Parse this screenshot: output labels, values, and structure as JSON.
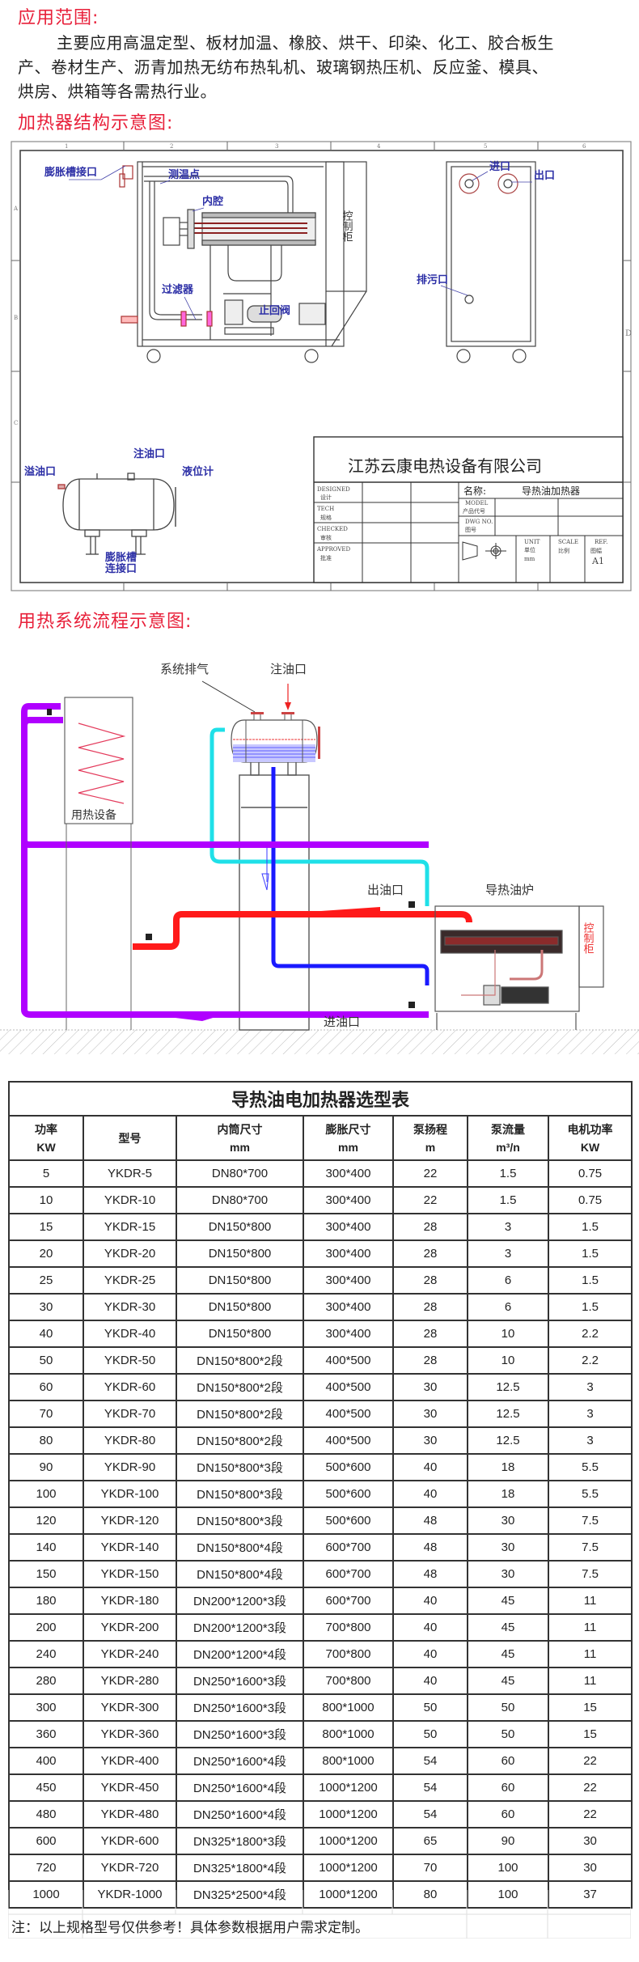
{
  "application": {
    "heading": "应用范围:",
    "paragraph_line1": "主要应用高温定型、板材加温、橡胶、烘干、印染、化工、胶合板生",
    "paragraph_line2": "产、卷材生产、沥青加热无纺布热轧机、玻璃钢热压机、反应釜、模具、",
    "paragraph_line3": "烘房、烘箱等各需热行业。"
  },
  "structure": {
    "heading": "加热器结构示意图:",
    "labels": {
      "expansion_port": "膨胀槽接口",
      "temp_point": "测温点",
      "inner_chamber": "内腔",
      "filter": "过滤器",
      "check_valve": "止回阀",
      "control_cabinet": "控制柜",
      "inlet": "进口",
      "outlet": "出口",
      "drain": "排污口",
      "overflow": "溢油口",
      "fill_port": "注油口",
      "level_gauge": "液位计",
      "expansion_connection_1": "膨胀槽",
      "expansion_connection_2": "连接口"
    },
    "title_block": {
      "company": "江苏云康电热设备有限公司",
      "name_label": "名称:",
      "name_value": "导热油加热器",
      "designed": "DESIGNED",
      "designed_cn": "设计",
      "tech": "TECH",
      "tech_cn": "规格",
      "checked": "CHECKED",
      "checked_cn": "审核",
      "approved": "APPROVED",
      "approved_cn": "批准",
      "model": "MODEL",
      "model_cn": "产品代号",
      "dwg": "DWG NO.",
      "dwg_cn": "图号",
      "unit": "UNIT",
      "unit_cn": "单位",
      "unit_value": "mm",
      "scale": "SCALE",
      "scale_cn": "比例",
      "ref": "REF.",
      "ref_cn": "图幅",
      "ref_value": "A1"
    },
    "frame_marks": {
      "cols": [
        "1",
        "2",
        "3",
        "4",
        "5",
        "6"
      ],
      "rows": [
        "A",
        "B",
        "C",
        "D"
      ]
    }
  },
  "flow": {
    "heading": "用热系统流程示意图:",
    "labels": {
      "vent": "系统排气",
      "fill_port": "注油口",
      "outlet": "出油口",
      "boiler": "导热油炉",
      "equipment": "用热设备",
      "inlet": "进油口",
      "control_cabinet": "控制柜"
    },
    "colors": {
      "hot": "#ff1a1a",
      "return": "#b000ff",
      "expansion": "#1fe0e8",
      "cold": "#1a1aff"
    }
  },
  "table": {
    "title": "导热油电加热器选型表",
    "headers": [
      [
        "功率",
        "KW"
      ],
      [
        "型号",
        ""
      ],
      [
        "内筒尺寸",
        "mm"
      ],
      [
        "膨胀尺寸",
        "mm"
      ],
      [
        "泵扬程",
        "m"
      ],
      [
        "泵流量",
        "m³/n"
      ],
      [
        "电机功率",
        "KW"
      ]
    ],
    "rows": [
      [
        "5",
        "YKDR-5",
        "DN80*700",
        "300*400",
        "22",
        "1.5",
        "0.75"
      ],
      [
        "10",
        "YKDR-10",
        "DN80*700",
        "300*400",
        "22",
        "1.5",
        "0.75"
      ],
      [
        "15",
        "YKDR-15",
        "DN150*800",
        "300*400",
        "28",
        "3",
        "1.5"
      ],
      [
        "20",
        "YKDR-20",
        "DN150*800",
        "300*400",
        "28",
        "3",
        "1.5"
      ],
      [
        "25",
        "YKDR-25",
        "DN150*800",
        "300*400",
        "28",
        "6",
        "1.5"
      ],
      [
        "30",
        "YKDR-30",
        "DN150*800",
        "300*400",
        "28",
        "6",
        "1.5"
      ],
      [
        "40",
        "YKDR-40",
        "DN150*800",
        "300*400",
        "28",
        "10",
        "2.2"
      ],
      [
        "50",
        "YKDR-50",
        "DN150*800*2段",
        "400*500",
        "28",
        "10",
        "2.2"
      ],
      [
        "60",
        "YKDR-60",
        "DN150*800*2段",
        "400*500",
        "30",
        "12.5",
        "3"
      ],
      [
        "70",
        "YKDR-70",
        "DN150*800*2段",
        "400*500",
        "30",
        "12.5",
        "3"
      ],
      [
        "80",
        "YKDR-80",
        "DN150*800*2段",
        "400*500",
        "30",
        "12.5",
        "3"
      ],
      [
        "90",
        "YKDR-90",
        "DN150*800*3段",
        "500*600",
        "40",
        "18",
        "5.5"
      ],
      [
        "100",
        "YKDR-100",
        "DN150*800*3段",
        "500*600",
        "40",
        "18",
        "5.5"
      ],
      [
        "120",
        "YKDR-120",
        "DN150*800*3段",
        "500*600",
        "48",
        "30",
        "7.5"
      ],
      [
        "140",
        "YKDR-140",
        "DN150*800*4段",
        "600*700",
        "48",
        "30",
        "7.5"
      ],
      [
        "150",
        "YKDR-150",
        "DN150*800*4段",
        "600*700",
        "48",
        "30",
        "7.5"
      ],
      [
        "180",
        "YKDR-180",
        "DN200*1200*3段",
        "600*700",
        "40",
        "45",
        "11"
      ],
      [
        "200",
        "YKDR-200",
        "DN200*1200*3段",
        "700*800",
        "40",
        "45",
        "11"
      ],
      [
        "240",
        "YKDR-240",
        "DN200*1200*4段",
        "700*800",
        "40",
        "45",
        "11"
      ],
      [
        "280",
        "YKDR-280",
        "DN250*1600*3段",
        "700*800",
        "40",
        "45",
        "11"
      ],
      [
        "300",
        "YKDR-300",
        "DN250*1600*3段",
        "800*1000",
        "50",
        "50",
        "15"
      ],
      [
        "360",
        "YKDR-360",
        "DN250*1600*3段",
        "800*1000",
        "50",
        "50",
        "15"
      ],
      [
        "400",
        "YKDR-400",
        "DN250*1600*4段",
        "800*1000",
        "54",
        "60",
        "22"
      ],
      [
        "450",
        "YKDR-450",
        "DN250*1600*4段",
        "1000*1200",
        "54",
        "60",
        "22"
      ],
      [
        "480",
        "YKDR-480",
        "DN250*1600*4段",
        "1000*1200",
        "54",
        "60",
        "22"
      ],
      [
        "600",
        "YKDR-600",
        "DN325*1800*3段",
        "1000*1200",
        "65",
        "90",
        "30"
      ],
      [
        "720",
        "YKDR-720",
        "DN325*1800*4段",
        "1000*1200",
        "70",
        "100",
        "30"
      ],
      [
        "1000",
        "YKDR-1000",
        "DN325*2500*4段",
        "1000*1200",
        "80",
        "100",
        "37"
      ]
    ],
    "note": "注：以上规格型号仅供参考！具体参数根据用户需求定制。"
  }
}
